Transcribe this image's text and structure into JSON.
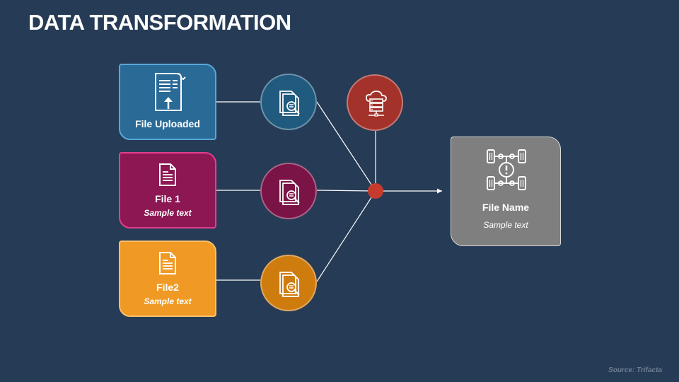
{
  "title": "DATA TRANSFORMATION",
  "inputs": [
    {
      "label": "File Uploaded",
      "sub": "",
      "color": "#2a6a96",
      "icon": "document-upload-icon"
    },
    {
      "label": "File 1",
      "sub": "Sample text",
      "color": "#8c1753",
      "icon": "document-icon"
    },
    {
      "label": "File2",
      "sub": "Sample text",
      "color": "#f09a25",
      "icon": "document-icon"
    }
  ],
  "process_icons": [
    "document-search-icon",
    "document-search-icon",
    "document-search-icon"
  ],
  "cloud_icon": "cloud-server-icon",
  "output": {
    "label": "File Name",
    "sub": "Sample text",
    "color": "#7f7f7f",
    "icon": "chassis-alert-icon"
  },
  "source": "Source: Trifacta"
}
